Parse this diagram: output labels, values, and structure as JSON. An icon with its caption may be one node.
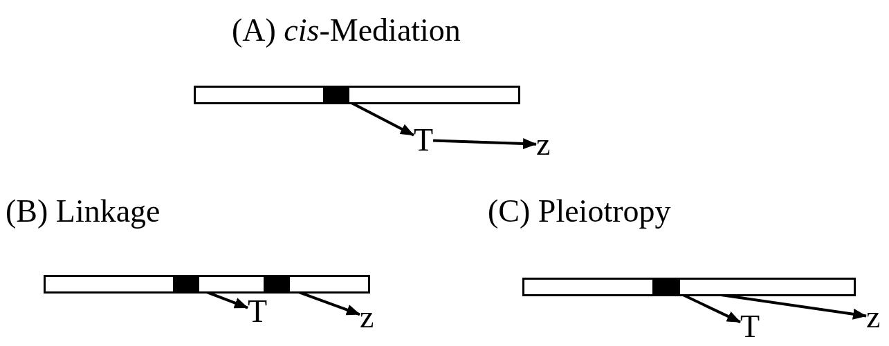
{
  "diagram": {
    "nodes": [
      {
        "text": [],
        "shape": "bar"
      },
      {
        "text": [],
        "shape": "box",
        "in": 0
      },
      {
        "text": [
          "T"
        ]
      },
      {
        "text": [
          "z"
        ]
      },
      {
        "text": [],
        "shape": "bar"
      },
      {
        "text": [],
        "shape": "box",
        "in": 4
      },
      {
        "text": [],
        "shape": "box",
        "in": 4
      },
      {
        "text": [
          "T"
        ]
      },
      {
        "text": [
          "z"
        ]
      },
      {
        "text": [],
        "shape": "bar"
      },
      {
        "text": [],
        "shape": "box",
        "in": 9
      },
      {
        "text": [
          "T"
        ]
      },
      {
        "text": [
          "z"
        ]
      }
    ],
    "edges": [
      {
        "from": 1,
        "to": 2,
        "arrow": "to"
      },
      {
        "from": 2,
        "to": 3,
        "arrow": "to"
      },
      {
        "from": 5,
        "to": 7,
        "arrow": "to"
      },
      {
        "from": 6,
        "to": 8,
        "arrow": "to"
      },
      {
        "from": 10,
        "to": 11,
        "arrow": "to"
      },
      {
        "from": 10,
        "to": 12,
        "arrow": "to"
      }
    ],
    "labels": [
      "(A) *cis*-Mediation",
      "(B) Linkage",
      "(C) Pleiotropy"
    ]
  }
}
